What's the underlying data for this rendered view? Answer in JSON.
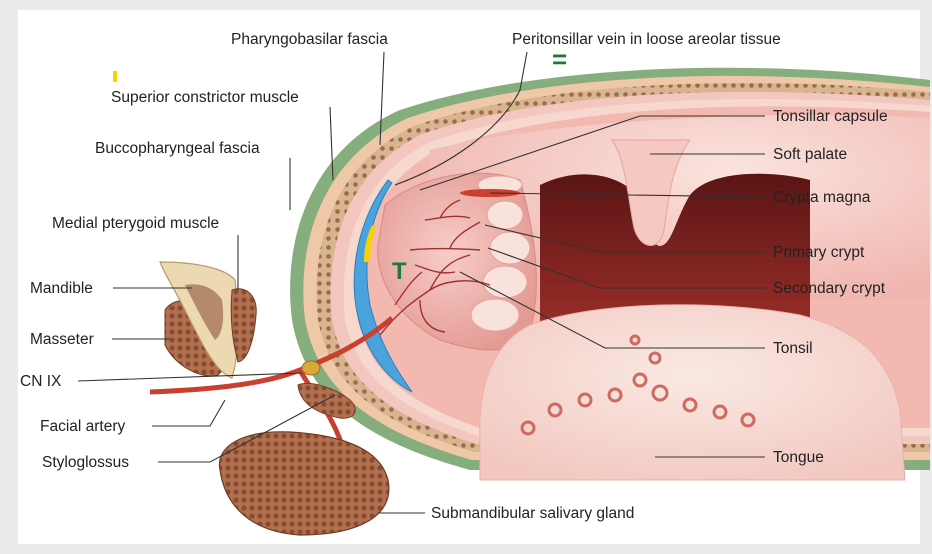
{
  "labels": {
    "pharyngobasilar_fascia": "Pharyngobasilar fascia",
    "peritonsillar_vein": "Peritonsillar vein in loose areolar tissue",
    "superior_constrictor": "Superior constrictor muscle",
    "buccopharyngeal_fascia": "Buccopharyngeal fascia",
    "medial_pterygoid": "Medial pterygoid muscle",
    "mandible": "Mandible",
    "masseter": "Masseter",
    "cn_ix": "CN IX",
    "facial_artery": "Facial artery",
    "styloglossus": "Styloglossus",
    "submandibular_gland": "Submandibular salivary gland",
    "tonsillar_capsule": "Tonsillar capsule",
    "soft_palate": "Soft palate",
    "crypta_magna": "Crypta magna",
    "primary_crypt": "Primary crypt",
    "secondary_crypt": "Secondary crypt",
    "tonsil": "Tonsil",
    "tongue": "Tongue"
  },
  "annotations": {
    "green_double_mark": "=",
    "green_t_mark": "T"
  },
  "colors": {
    "background": "#ebebeb",
    "panel": "#ffffff",
    "outer_green": "#7fa878",
    "muscle_tan": "#c9a27a",
    "capsule_blue": "#4aa3dc",
    "tonsil_pink": "#f2b5b0",
    "pharynx_dark": "#7a1f1c",
    "gland_brown": "#a86a4c",
    "artery_red": "#c9402e",
    "mark_green": "#1f7a3a",
    "mark_yellow": "#f5d200"
  }
}
